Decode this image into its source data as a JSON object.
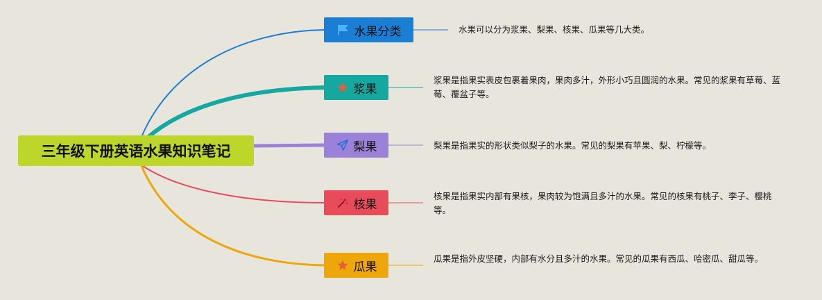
{
  "root": {
    "title": "三年级下册英语水果知识笔记"
  },
  "branches": [
    {
      "label": "水果分类",
      "color": "#1a7fd4",
      "icon": "flag-icon",
      "note": "水果可以分为浆果、梨果、核果、瓜果等几大类。"
    },
    {
      "label": "浆果",
      "color": "#14a8a0",
      "icon": "star-icon",
      "note": "浆果是指果实表皮包裹着果肉，果肉多汁，外形小巧且圆润的水果。常见的浆果有草莓、蓝莓、覆盆子等。"
    },
    {
      "label": "梨果",
      "color": "#9b82d8",
      "icon": "paper-plane-icon",
      "note": "梨果是指果实的形状类似梨子的水果。常见的梨果有苹果、梨、柠檬等。"
    },
    {
      "label": "核果",
      "color": "#e84c5a",
      "icon": "magic-wand-icon",
      "note": "核果是指果实内部有果核，果肉较为饱满且多汁的水果。常见的核果有桃子、李子、樱桃等。"
    },
    {
      "label": "瓜果",
      "color": "#eea70a",
      "icon": "star-icon",
      "note": "瓜果是指外皮坚硬，内部有水分且多汁的水果。常见的瓜果有西瓜、哈密瓜、甜瓜等。"
    }
  ]
}
